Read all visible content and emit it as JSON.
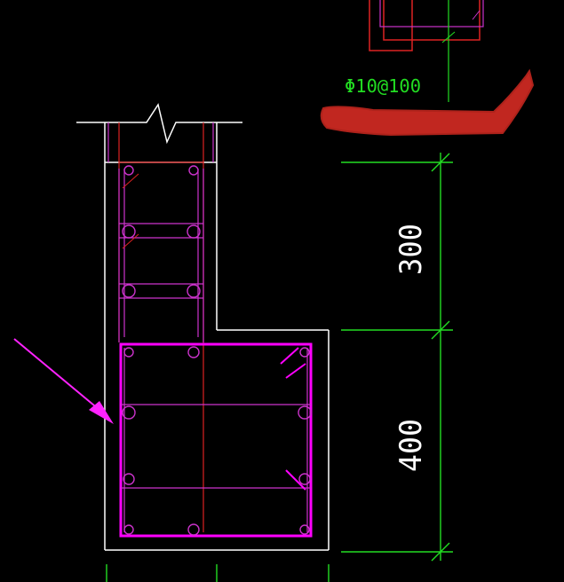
{
  "drawing": {
    "rebar_spec_label": "Φ10@100",
    "dimensions": {
      "upper_segment": "300",
      "lower_segment": "400"
    }
  },
  "colors": {
    "background": "#000000",
    "outline": "#ffffff",
    "dimension": "#22dd22",
    "rebar_magenta": "#ff00ff",
    "stirrup_magenta": "#cc33cc",
    "red_line": "#dd2222",
    "highlight_red": "#cc2a22",
    "arrow_magenta": "#ff22ff"
  }
}
